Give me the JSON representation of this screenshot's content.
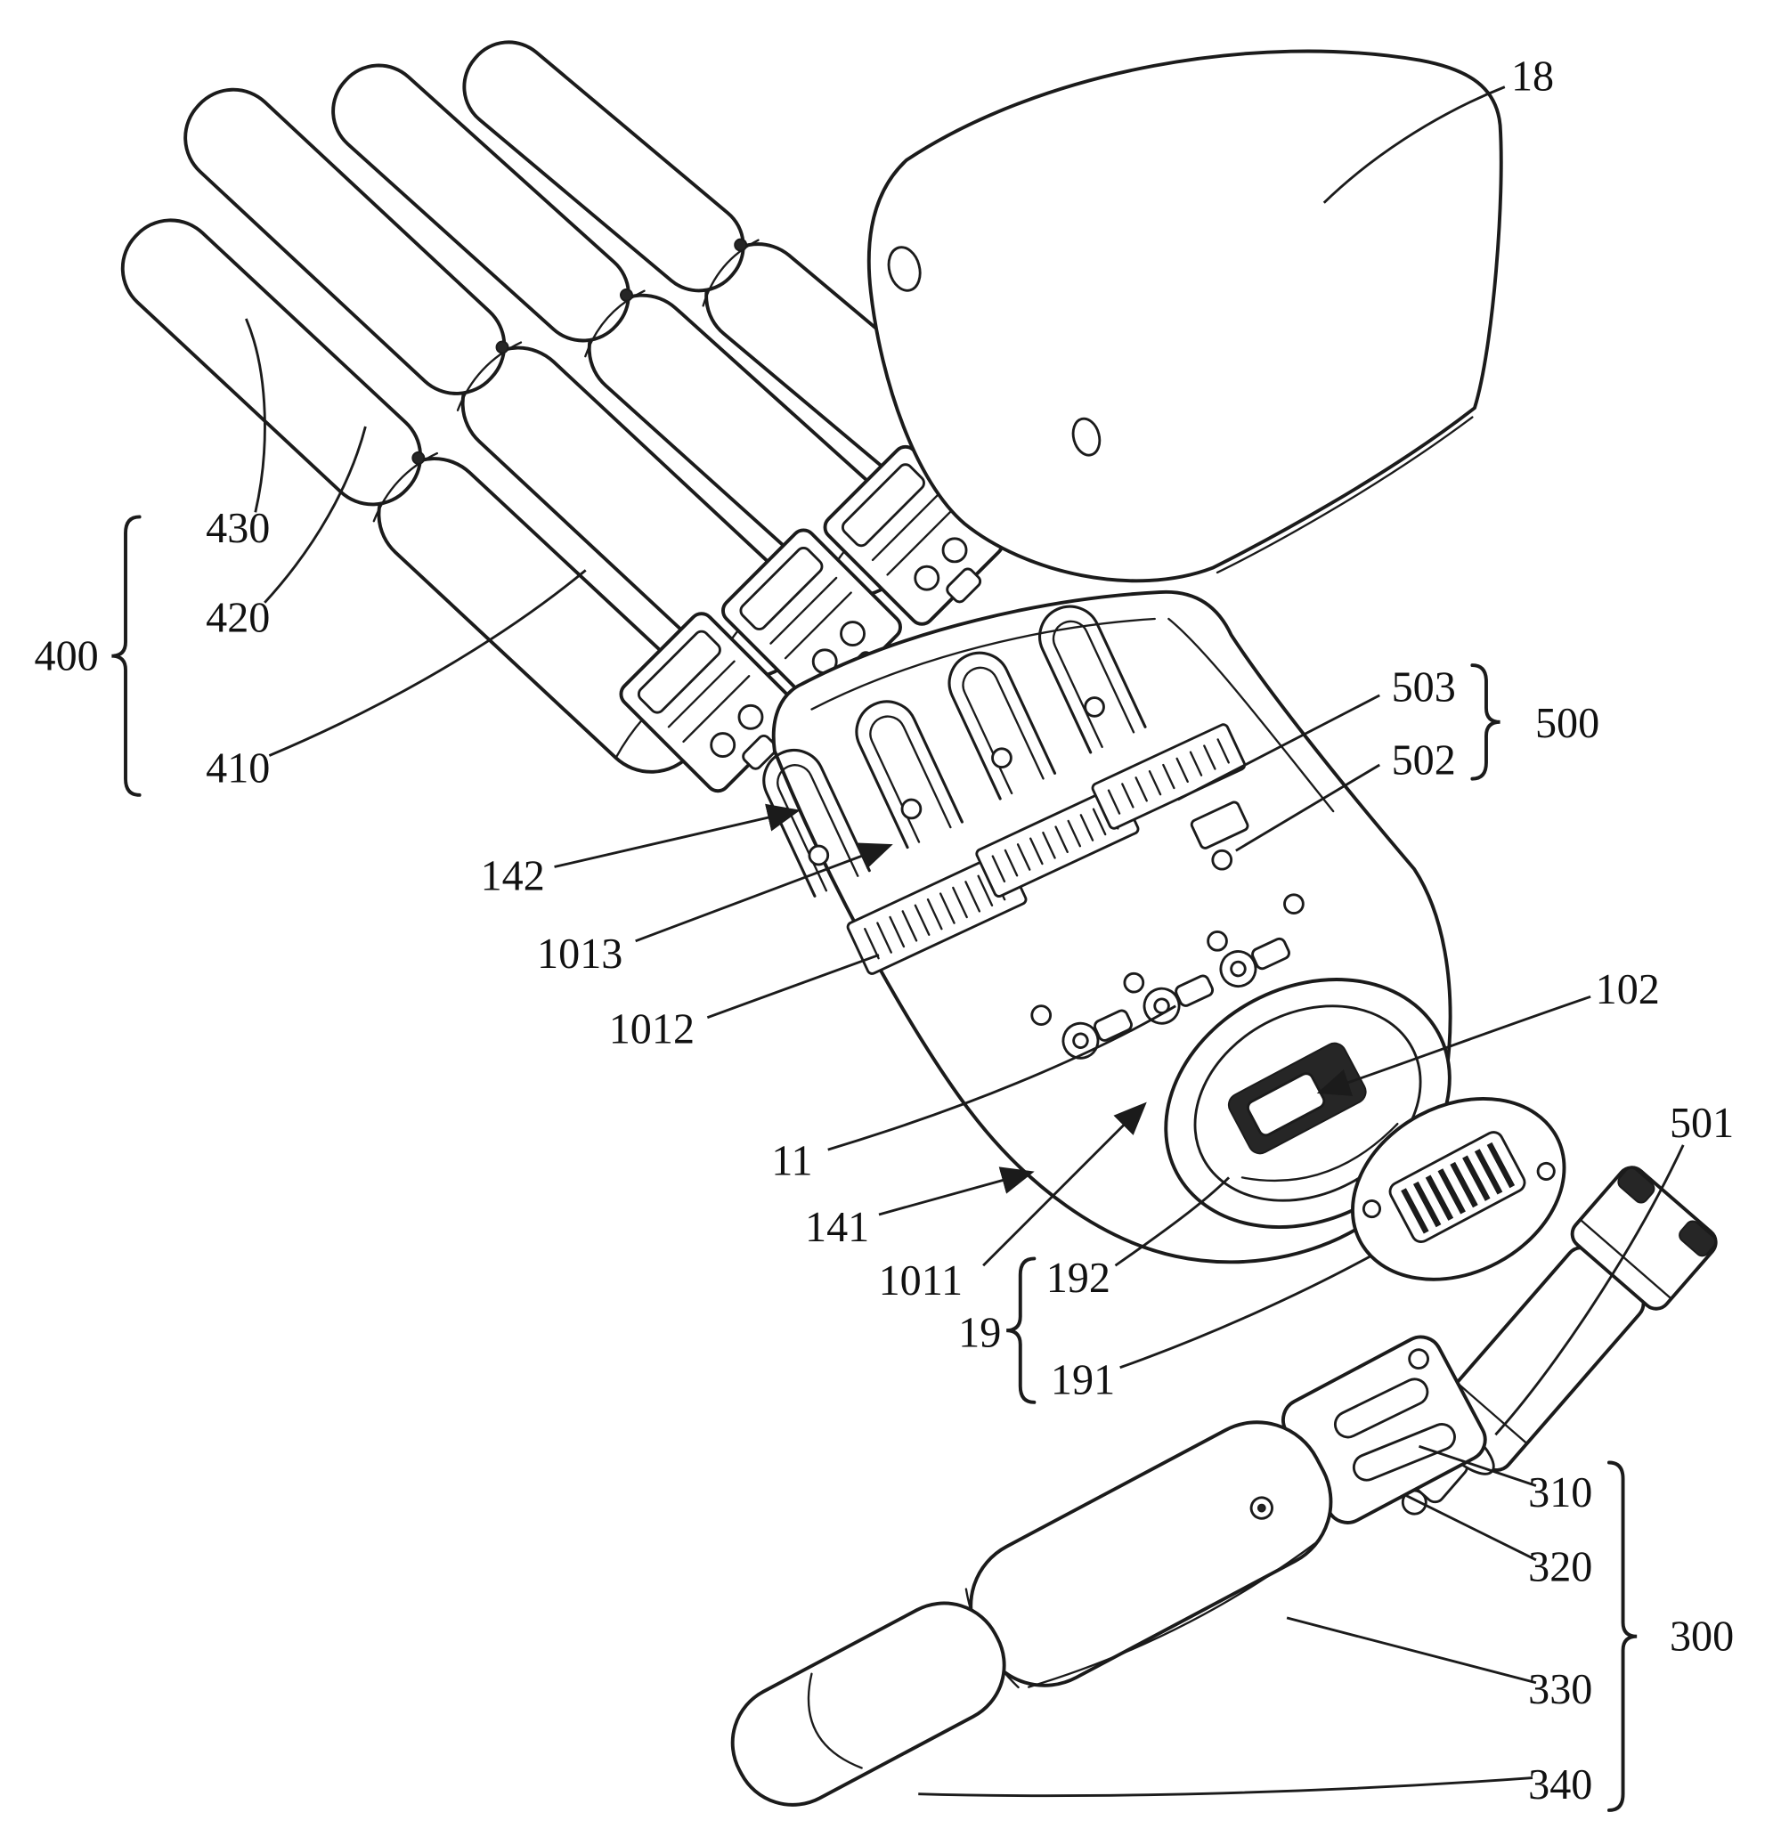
{
  "figure": {
    "kind": "patent-exploded-view-diagram",
    "subject": "articulated robotic hand assembly with detachable palm cover, finger drive modules, wrist ring and thumb drive",
    "background_color": "#ffffff",
    "line_color": "#1b1b1b"
  },
  "labels": {
    "n18": "18",
    "n400": "400",
    "n430": "430",
    "n420": "420",
    "n410": "410",
    "n503": "503",
    "n502": "502",
    "n500": "500",
    "n142": "142",
    "n1013": "1013",
    "n1012": "1012",
    "n11": "11",
    "n141": "141",
    "n1011": "1011",
    "n102": "102",
    "n501": "501",
    "n19": "19",
    "n192": "192",
    "n191": "191",
    "n310": "310",
    "n320": "320",
    "n330": "330",
    "n340": "340",
    "n300": "300"
  },
  "groups": [
    {
      "label": "400",
      "members": [
        "430",
        "420",
        "410"
      ]
    },
    {
      "label": "500",
      "members": [
        "503",
        "502"
      ]
    },
    {
      "label": "19",
      "members": [
        "192",
        "191"
      ]
    },
    {
      "label": "300",
      "members": [
        "310",
        "320",
        "330",
        "340"
      ]
    }
  ]
}
